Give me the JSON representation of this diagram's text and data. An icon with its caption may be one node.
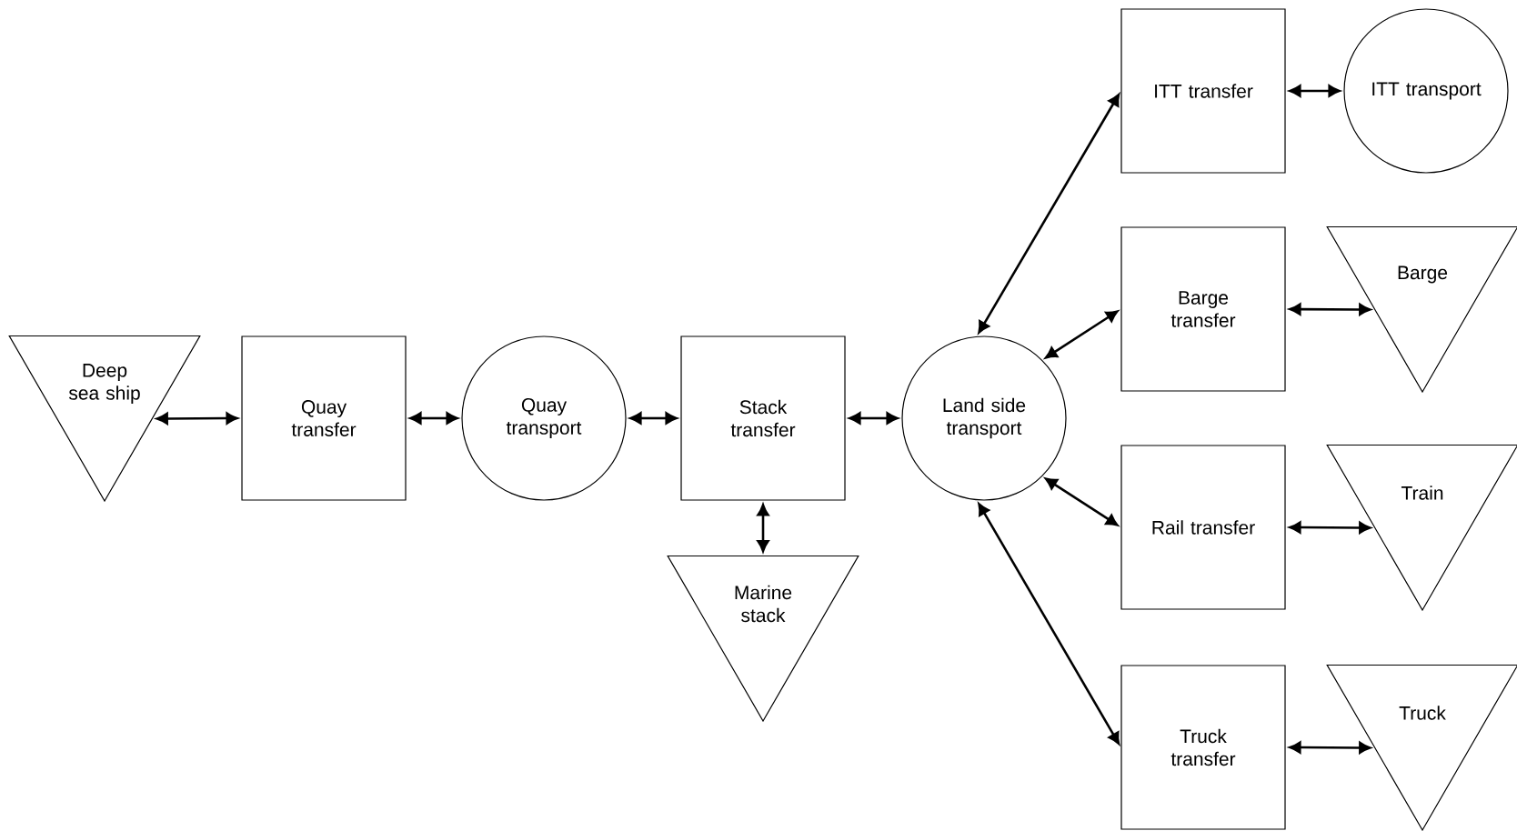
{
  "diagram": {
    "nodes": [
      {
        "text": [
          "Deep sea ship"
        ]
      },
      {
        "text": [
          "Quay transfer"
        ]
      },
      {
        "text": [
          "Quay transport"
        ]
      },
      {
        "text": [
          "Stack transfer"
        ]
      },
      {
        "text": [
          "Marine stack"
        ]
      },
      {
        "text": [
          "Land side transport"
        ]
      },
      {
        "text": [
          "ITT transfer"
        ]
      },
      {
        "text": [
          "ITT transport"
        ]
      },
      {
        "text": [
          "Barge transfer"
        ]
      },
      {
        "text": [
          "Barge"
        ]
      },
      {
        "text": [
          "Rail transfer"
        ]
      },
      {
        "text": [
          "Train"
        ]
      },
      {
        "text": [
          "Truck transfer"
        ]
      },
      {
        "text": [
          "Truck"
        ]
      }
    ],
    "edges": [
      {
        "from": 0,
        "to": 1,
        "arrow": "both"
      },
      {
        "from": 1,
        "to": 2,
        "arrow": "both"
      },
      {
        "from": 2,
        "to": 3,
        "arrow": "both"
      },
      {
        "from": 3,
        "to": 4,
        "arrow": "both"
      },
      {
        "from": 3,
        "to": 5,
        "arrow": "both"
      },
      {
        "from": 5,
        "to": 6,
        "arrow": "both"
      },
      {
        "from": 6,
        "to": 7,
        "arrow": "both"
      },
      {
        "from": 5,
        "to": 8,
        "arrow": "both"
      },
      {
        "from": 8,
        "to": 9,
        "arrow": "both"
      },
      {
        "from": 5,
        "to": 10,
        "arrow": "both"
      },
      {
        "from": 10,
        "to": 11,
        "arrow": "both"
      },
      {
        "from": 5,
        "to": 12,
        "arrow": "both"
      },
      {
        "from": 12,
        "to": 13,
        "arrow": "both"
      }
    ]
  }
}
